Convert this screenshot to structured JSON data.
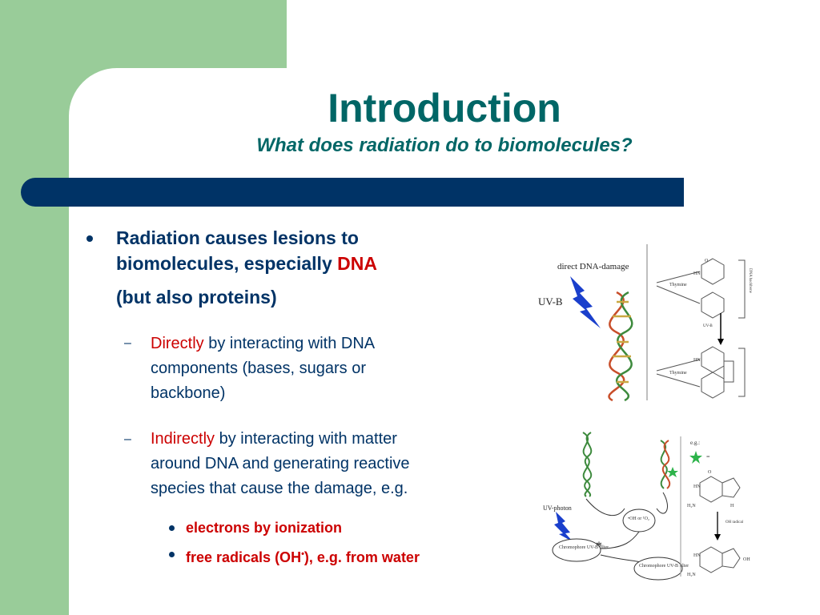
{
  "slide": {
    "title": "Introduction",
    "subtitle": "What does radiation do to biomolecules?"
  },
  "bullet_main": {
    "line1": "Radiation causes lesions to",
    "line2_prefix": "biomolecules, especially",
    "line2_highlight": "DNA",
    "line3": "(but also proteins)"
  },
  "sub_bullets": [
    {
      "highlight": "Directly",
      "rest_line1": "by interacting with DNA",
      "line2": "components (bases, sugars or",
      "line3": "backbone)"
    },
    {
      "highlight": "Indirectly",
      "rest_line1": "by interacting with matter",
      "line2": "around DNA and generating reactive",
      "line3": "species that cause the damage, e.g."
    }
  ],
  "sub_sub_bullets": [
    {
      "text": "electrons by ionization"
    },
    {
      "prefix": "free radicals (OH",
      "sup": "•",
      "suffix": "), e.g. from water"
    }
  ],
  "figure_direct": {
    "title": "direct DNA-damage",
    "uv_label": "UV-B",
    "thymine_label": "Thymine",
    "uvb_small": "UV-B",
    "backbone_label": "DNA backbone",
    "hn": "HN",
    "n": "N",
    "o": "O"
  },
  "figure_indirect": {
    "uv_photon": "UV-photon",
    "radical_text": "•OH or ¹O₂",
    "chromophore1": "Chromophore UV-B filter",
    "chromophore2": "Chromophore UV-B filter",
    "eg": "e.g.:",
    "equals": "=",
    "oh_radical": "OH radical",
    "asterisk": "*",
    "hn": "HN",
    "h2n": "H₂N",
    "n": "N",
    "h": "H",
    "o": "O",
    "oh": "OH"
  },
  "colors": {
    "green": "#99cc99",
    "navy": "#003366",
    "teal": "#006666",
    "red": "#cc0000",
    "lightning": "#1a3fcc"
  }
}
